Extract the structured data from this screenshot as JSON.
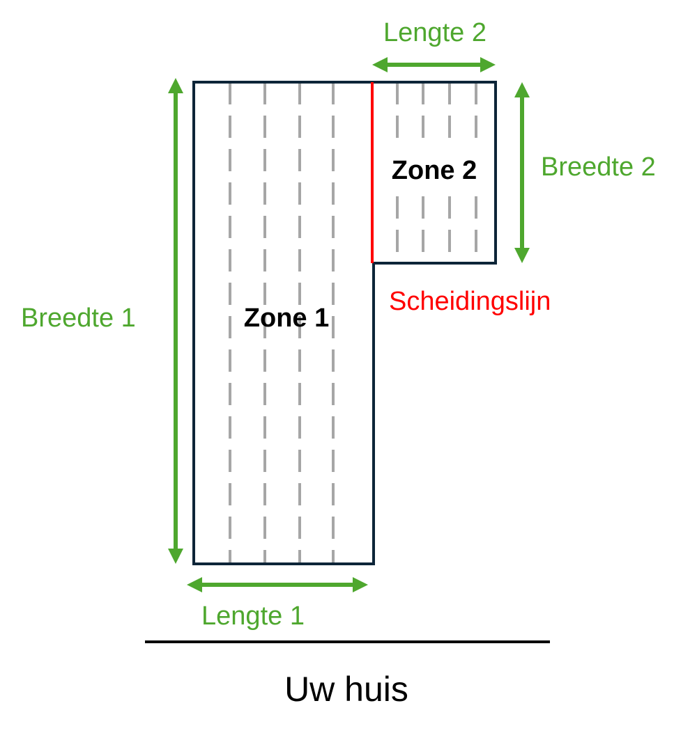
{
  "colors": {
    "outline": "#0d2538",
    "measure": "#4ea72e",
    "divider": "#ff0000",
    "dashes": "#a6a6a6",
    "text": "#000000"
  },
  "labels": {
    "lengte_2": "Lengte 2",
    "breedte_2": "Breedte 2",
    "breedte_1": "Breedte 1",
    "lengte_1": "Lengte 1",
    "zone_1": "Zone 1",
    "zone_2": "Zone 2",
    "scheidingslijn": "Scheidingslijn",
    "uw_huis": "Uw huis"
  }
}
